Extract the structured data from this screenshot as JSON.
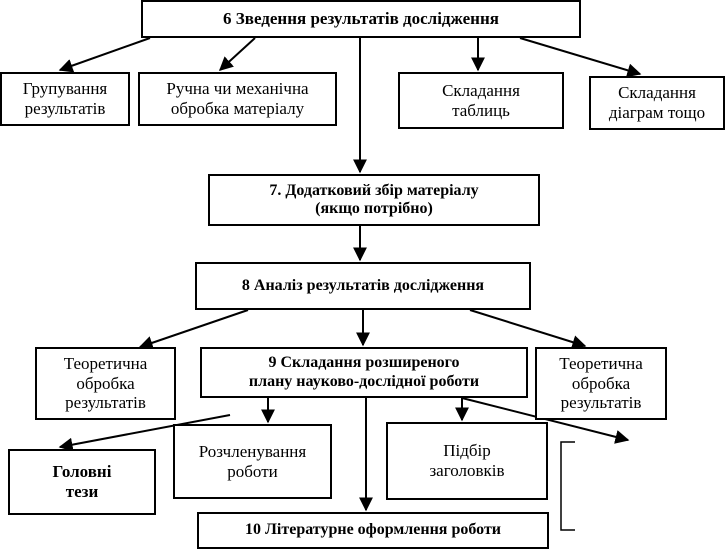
{
  "nodes": {
    "n6": {
      "label": "6  Зведення результатів дослідження"
    },
    "n6a": {
      "label": "Групування\nрезультатів"
    },
    "n6b": {
      "label": "Ручна чи механічна\nобробка  матеріалу"
    },
    "n6c": {
      "label": "Складання\nтаблиць"
    },
    "n6d": {
      "label": "Складання\nдіаграм тощо"
    },
    "n7": {
      "label": "7. Додатковий збір матеріалу\n(якщо потрібно)"
    },
    "n8": {
      "label": "8  Аналіз результатів дослідження"
    },
    "n8a": {
      "label": "Теоретична\nобробка\nрезультатів"
    },
    "n9": {
      "label": "9  Складання розширеного\nплану науково-дослідної роботи"
    },
    "n8b": {
      "label": "Теоретична\nобробка\nрезультатів"
    },
    "n9a": {
      "label": "Головні\nтези"
    },
    "n9b": {
      "label": "Розчленування\nроботи"
    },
    "n9c": {
      "label": "Підбір\nзаголовків"
    },
    "n10": {
      "label": "10  Літературне оформлення роботи"
    }
  }
}
